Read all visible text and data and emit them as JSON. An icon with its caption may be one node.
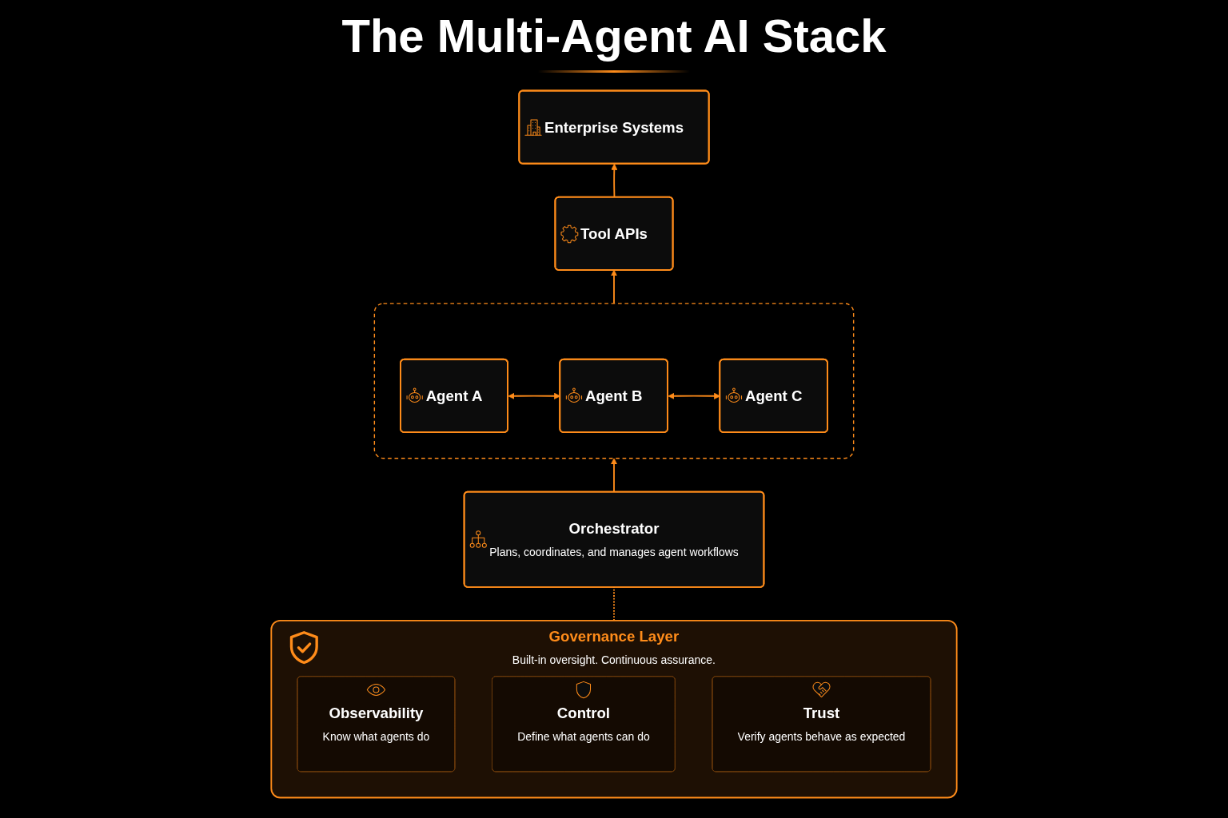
{
  "diagram": {
    "title": "The Multi-Agent AI Stack",
    "nodes": [
      {
        "text": [
          "Enterprise Systems"
        ]
      },
      {
        "text": [
          "Tool APIs"
        ]
      },
      {
        "text": [],
        "shape": "box"
      },
      {
        "text": [
          "Agent A"
        ],
        "in": 2
      },
      {
        "text": [
          "Agent B"
        ],
        "in": 2
      },
      {
        "text": [
          "Agent C"
        ],
        "in": 2
      },
      {
        "text": [
          "Orchestrator",
          "Plans, coordinates, and manages agent workflows"
        ]
      },
      {
        "text": [
          "Governance Layer",
          "Built-in oversight. Continuous assurance."
        ]
      },
      {
        "text": [
          "Observability",
          "Know what agents do"
        ],
        "in": 7
      },
      {
        "text": [
          "Control",
          "Define what agents can do"
        ],
        "in": 7
      },
      {
        "text": [
          "Trust",
          "Verify agents behave as expected"
        ],
        "in": 7
      }
    ],
    "edges": [
      {
        "from": 1,
        "to": 0,
        "arrow": "to"
      },
      {
        "from": 2,
        "to": 1,
        "arrow": "to"
      },
      {
        "from": 3,
        "to": 4,
        "arrow": "both"
      },
      {
        "from": 4,
        "to": 5,
        "arrow": "both"
      },
      {
        "from": 6,
        "to": 2,
        "arrow": "to"
      },
      {
        "from": 7,
        "to": 6,
        "arrow": "none",
        "style": "dashed"
      }
    ]
  }
}
